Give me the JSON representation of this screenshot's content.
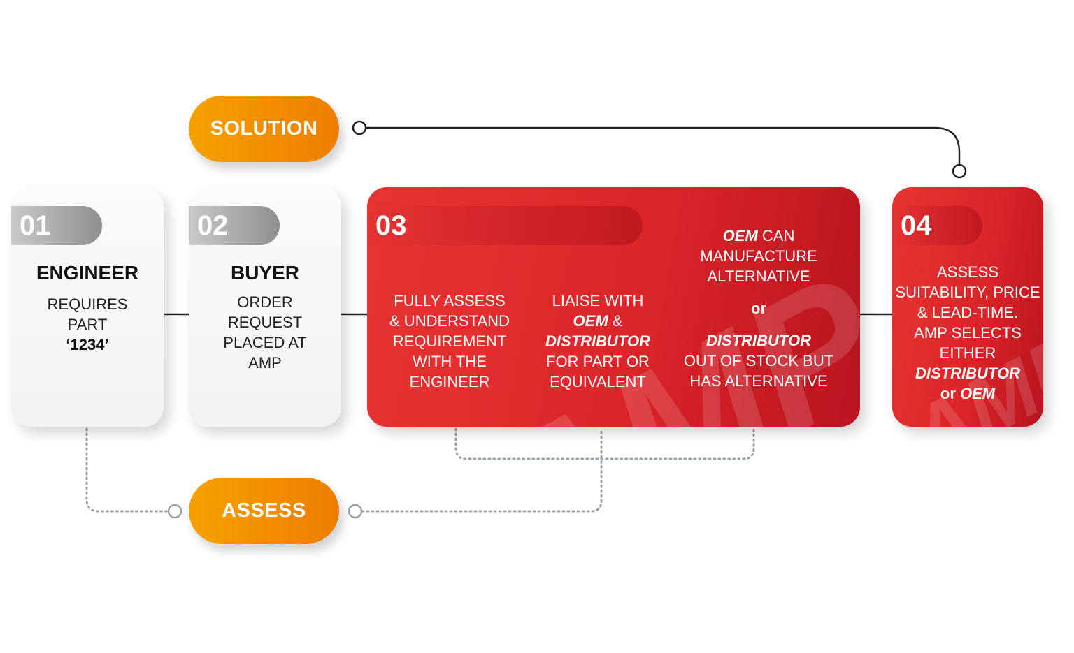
{
  "solution_label": "SOLUTION",
  "assess_label": "ASSESS",
  "steps": [
    {
      "number": "01",
      "heading": "ENGINEER",
      "body_lines": [
        "REQUIRES",
        "PART",
        "‘1234’"
      ]
    },
    {
      "number": "02",
      "heading": "BUYER",
      "body_lines": [
        "ORDER",
        "REQUEST",
        "PLACED AT",
        "AMP"
      ]
    },
    {
      "number": "03",
      "col1_lines": [
        "FULLY ASSESS",
        "& UNDERSTAND",
        "REQUIREMENT",
        "WITH THE",
        "ENGINEER"
      ],
      "col2": {
        "line1": "LIAISE WITH",
        "oem": "OEM",
        "amp": "&",
        "distributor": "DISTRIBUTOR",
        "line4": "FOR PART OR",
        "line5": "EQUIVALENT"
      },
      "col3": {
        "oem": "OEM",
        "can": " CAN",
        "line2": "MANUFACTURE",
        "line3": "ALTERNATIVE",
        "or": "or",
        "distributor": "DISTRIBUTOR",
        "line5": "OUT OF STOCK BUT",
        "line6": "HAS ALTERNATIVE"
      }
    },
    {
      "number": "04",
      "lines": [
        "ASSESS",
        "SUITABILITY, PRICE",
        "& LEAD-TIME.",
        "AMP SELECTS",
        "EITHER"
      ],
      "distributor": "DISTRIBUTOR",
      "or": "or",
      "oem": "OEM"
    }
  ],
  "watermark": "AMP",
  "colors": {
    "orange_start": "#f6a100",
    "orange_end": "#ee7d00",
    "red": "#dc2529",
    "dark_red": "#b8141f",
    "grey": "#9aa1a8"
  }
}
